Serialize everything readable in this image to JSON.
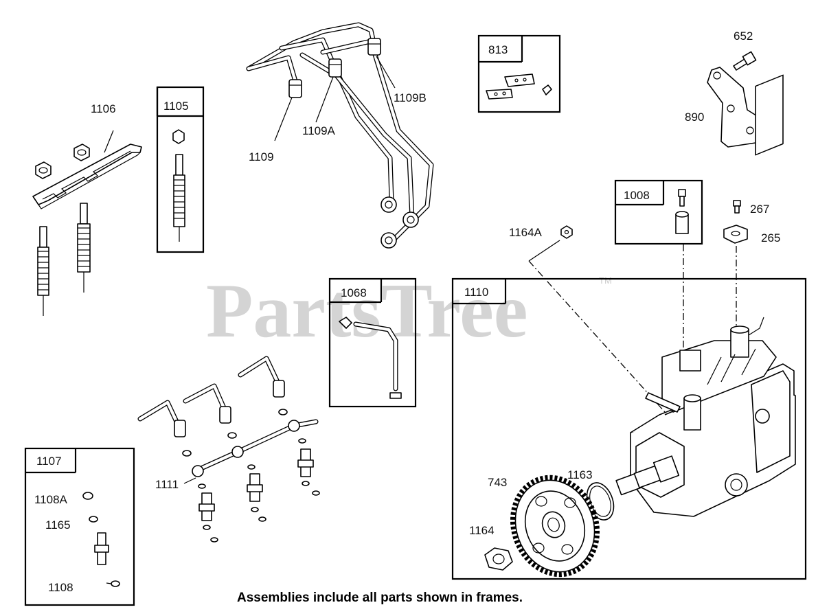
{
  "watermark": {
    "text": "PartsTree",
    "trademark": "TM"
  },
  "caption": "Assemblies include all parts shown in frames.",
  "frames": [
    {
      "id": "1105"
    },
    {
      "id": "813"
    },
    {
      "id": "1008"
    },
    {
      "id": "1068"
    },
    {
      "id": "1110"
    },
    {
      "id": "1107"
    }
  ],
  "labels": {
    "p1106": "1106",
    "p1109": "1109",
    "p1109A": "1109A",
    "p1109B": "1109B",
    "p652": "652",
    "p890": "890",
    "p267": "267",
    "p265": "265",
    "p1164A": "1164A",
    "p1111": "1111",
    "p743": "743",
    "p1163": "1163",
    "p1164": "1164",
    "p1108A": "1108A",
    "p1165": "1165",
    "p1108": "1108"
  },
  "colors": {
    "line": "#000000",
    "watermark": "#d4d4d4",
    "background": "#ffffff"
  }
}
